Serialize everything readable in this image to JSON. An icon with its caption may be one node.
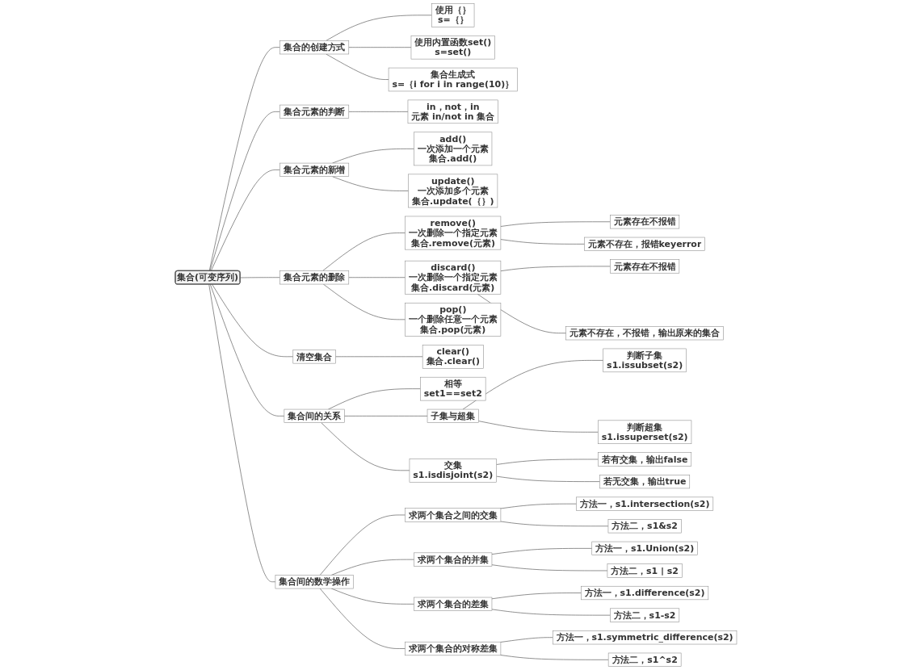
{
  "diagram": {
    "nodes": [
      {
        "text": [
          "集合(可变序列)"
        ]
      },
      {
        "text": [
          "集合的创建方式"
        ]
      },
      {
        "text": [
          "使用｛｝",
          "s=｛｝"
        ]
      },
      {
        "text": [
          "使用内置函数set()",
          "s=set()"
        ]
      },
      {
        "text": [
          "集合生成式",
          "s=｛i for i in range(10)｝"
        ]
      },
      {
        "text": [
          "集合元素的判断"
        ]
      },
      {
        "text": [
          "in，not，in",
          "元素 in/not in 集合"
        ]
      },
      {
        "text": [
          "集合元素的新增"
        ]
      },
      {
        "text": [
          "add()",
          "一次添加一个元素",
          "集合.add()"
        ]
      },
      {
        "text": [
          "update()",
          "一次添加多个元素",
          "集合.update(｛｝)"
        ]
      },
      {
        "text": [
          "集合元素的删除"
        ]
      },
      {
        "text": [
          "remove()",
          "一次删除一个指定元素",
          "集合.remove(元素)"
        ]
      },
      {
        "text": [
          "元素存在不报错"
        ]
      },
      {
        "text": [
          "元素不存在，报错keyerror"
        ]
      },
      {
        "text": [
          "discard()",
          "一次删除一个指定元素",
          "集合.discard(元素)"
        ]
      },
      {
        "text": [
          "元素存在不报错"
        ]
      },
      {
        "text": [
          "元素不存在，不报错，输出原来的集合"
        ]
      },
      {
        "text": [
          "pop()",
          "一个删除任意一个元素",
          "集合.pop(元素)"
        ]
      },
      {
        "text": [
          "清空集合"
        ]
      },
      {
        "text": [
          "clear()",
          "集合.clear()"
        ]
      },
      {
        "text": [
          "集合间的关系"
        ]
      },
      {
        "text": [
          "相等",
          "set1==set2"
        ]
      },
      {
        "text": [
          "子集与超集"
        ]
      },
      {
        "text": [
          "判断子集",
          "s1.issubset(s2)"
        ]
      },
      {
        "text": [
          "判断超集",
          "s1.issuperset(s2)"
        ]
      },
      {
        "text": [
          "交集",
          "s1.isdisjoint(s2)"
        ]
      },
      {
        "text": [
          "若有交集，输出false"
        ]
      },
      {
        "text": [
          "若无交集，输出true"
        ]
      },
      {
        "text": [
          "集合间的数学操作"
        ]
      },
      {
        "text": [
          "求两个集合之间的交集"
        ]
      },
      {
        "text": [
          "方法一，s1.intersection(s2)"
        ]
      },
      {
        "text": [
          "方法二，s1&s2"
        ]
      },
      {
        "text": [
          "求两个集合的并集"
        ]
      },
      {
        "text": [
          "方法一，s1.Union(s2)"
        ]
      },
      {
        "text": [
          "方法二，s1 | s2"
        ]
      },
      {
        "text": [
          "求两个集合的差集"
        ]
      },
      {
        "text": [
          "方法一，s1.difference(s2)"
        ]
      },
      {
        "text": [
          "方法二，s1-s2"
        ]
      },
      {
        "text": [
          "求两个集合的对称差集"
        ]
      },
      {
        "text": [
          "方法一，s1.symmetric_difference(s2)"
        ]
      },
      {
        "text": [
          "方法二，s1^s2"
        ]
      }
    ],
    "edges": [
      {
        "from": 0,
        "to": 1,
        "arrow": "none"
      },
      {
        "from": 1,
        "to": 2,
        "arrow": "none"
      },
      {
        "from": 1,
        "to": 3,
        "arrow": "none"
      },
      {
        "from": 1,
        "to": 4,
        "arrow": "none"
      },
      {
        "from": 0,
        "to": 5,
        "arrow": "none"
      },
      {
        "from": 5,
        "to": 6,
        "arrow": "none"
      },
      {
        "from": 0,
        "to": 7,
        "arrow": "none"
      },
      {
        "from": 7,
        "to": 8,
        "arrow": "none"
      },
      {
        "from": 7,
        "to": 9,
        "arrow": "none"
      },
      {
        "from": 0,
        "to": 10,
        "arrow": "none"
      },
      {
        "from": 10,
        "to": 11,
        "arrow": "none"
      },
      {
        "from": 11,
        "to": 12,
        "arrow": "none"
      },
      {
        "from": 11,
        "to": 13,
        "arrow": "none"
      },
      {
        "from": 10,
        "to": 14,
        "arrow": "none"
      },
      {
        "from": 14,
        "to": 15,
        "arrow": "none"
      },
      {
        "from": 14,
        "to": 16,
        "arrow": "none"
      },
      {
        "from": 10,
        "to": 17,
        "arrow": "none"
      },
      {
        "from": 0,
        "to": 18,
        "arrow": "none"
      },
      {
        "from": 18,
        "to": 19,
        "arrow": "none"
      },
      {
        "from": 0,
        "to": 20,
        "arrow": "none"
      },
      {
        "from": 20,
        "to": 21,
        "arrow": "none"
      },
      {
        "from": 20,
        "to": 22,
        "arrow": "none"
      },
      {
        "from": 22,
        "to": 23,
        "arrow": "none"
      },
      {
        "from": 22,
        "to": 24,
        "arrow": "none"
      },
      {
        "from": 20,
        "to": 25,
        "arrow": "none"
      },
      {
        "from": 25,
        "to": 26,
        "arrow": "none"
      },
      {
        "from": 25,
        "to": 27,
        "arrow": "none"
      },
      {
        "from": 0,
        "to": 28,
        "arrow": "none"
      },
      {
        "from": 28,
        "to": 29,
        "arrow": "none"
      },
      {
        "from": 29,
        "to": 30,
        "arrow": "none"
      },
      {
        "from": 29,
        "to": 31,
        "arrow": "none"
      },
      {
        "from": 28,
        "to": 32,
        "arrow": "none"
      },
      {
        "from": 32,
        "to": 33,
        "arrow": "none"
      },
      {
        "from": 32,
        "to": 34,
        "arrow": "none"
      },
      {
        "from": 28,
        "to": 35,
        "arrow": "none"
      },
      {
        "from": 35,
        "to": 36,
        "arrow": "none"
      },
      {
        "from": 35,
        "to": 37,
        "arrow": "none"
      },
      {
        "from": 28,
        "to": 38,
        "arrow": "none"
      },
      {
        "from": 38,
        "to": 39,
        "arrow": "none"
      },
      {
        "from": 38,
        "to": 40,
        "arrow": "none"
      }
    ]
  }
}
